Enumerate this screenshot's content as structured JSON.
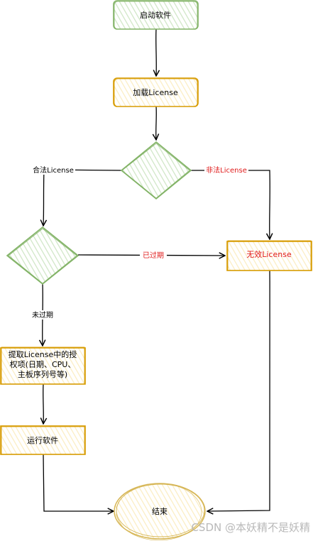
{
  "nodes": {
    "start": "启动软件",
    "load_license": "加载License",
    "invalid_license": "无效License",
    "extract_line1": "提取License中的授",
    "extract_line2": "权项(日期、CPU、",
    "extract_line3": "主板序列号等)",
    "run_software": "运行软件",
    "end": "结束"
  },
  "edges": {
    "valid_license": "合法License",
    "illegal_license": "非法License",
    "expired": "已过期",
    "not_expired": "未过期"
  },
  "colors": {
    "green_fill": "#d5e8d4",
    "green_stroke": "#82b366",
    "orange_fill": "#fff2cc",
    "orange_stroke": "#d79b00",
    "red_text": "#e01b1b"
  },
  "watermark": "CSDN @本妖精不是妖精"
}
